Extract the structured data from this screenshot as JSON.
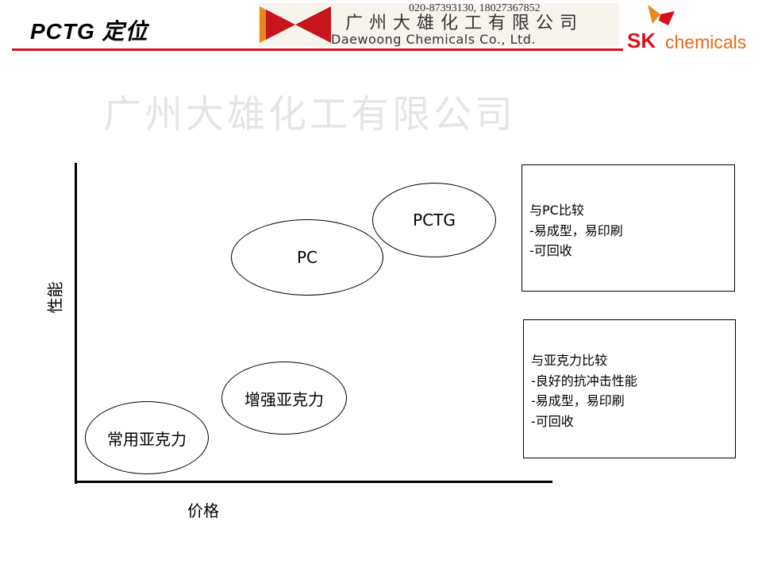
{
  "header": {
    "title": "PCTG 定位",
    "phone": "020-87393130, 18027367852",
    "company_cn": "广州大雄化工有限公司",
    "company_en": "Daewoong Chemicals Co., Ltd.",
    "sk": "SK",
    "sk_chemicals": "chemicals"
  },
  "watermark": "广州大雄化工有限公司",
  "axes": {
    "y_label": "性能",
    "x_label": "价格"
  },
  "bubbles": [
    "PCTG",
    "PC",
    "增强亚克力",
    "常用亚克力"
  ],
  "notes": [
    {
      "lines": [
        "与PC比较",
        "-易成型，易印刷",
        "-可回收"
      ]
    },
    {
      "lines": [
        "与亚克力比较",
        "-良好的抗冲击性能",
        "-易成型，易印刷",
        "-可回收"
      ]
    }
  ]
}
